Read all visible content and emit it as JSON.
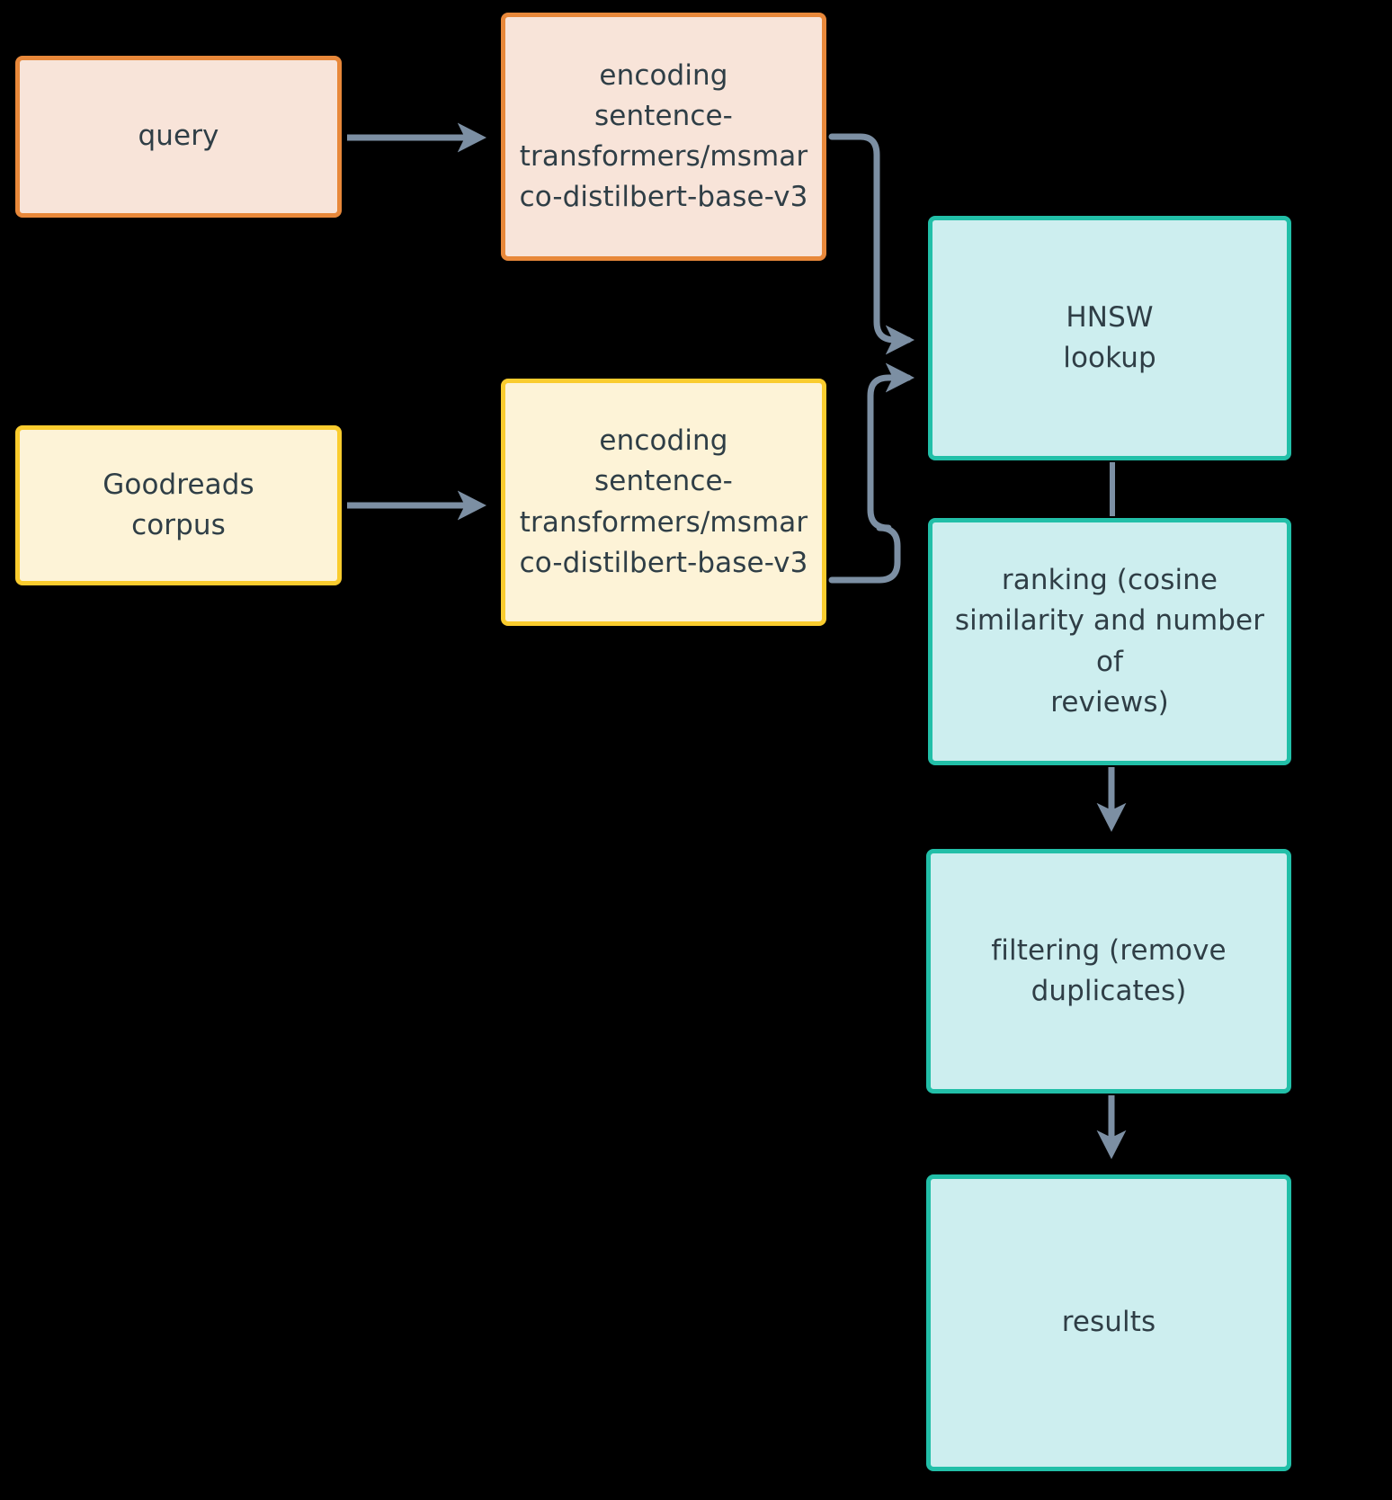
{
  "diagram": {
    "title": "semantic book search pipeline flowchart",
    "background_color": "#000000",
    "edge_color": "#7C8FA3",
    "text_color": "#2F3E46"
  },
  "palette": {
    "orange_fill": "#F8E4D9",
    "orange_border": "#E8883A",
    "yellow_fill": "#FDF3D7",
    "yellow_border": "#FACC2E",
    "teal_fill": "#CDEEEF",
    "teal_border": "#22BFA8",
    "arrow": "#7C8FA3",
    "text": "#2F3E46"
  },
  "nodes": {
    "query": {
      "label": "query",
      "style": "orange"
    },
    "query_encoding": {
      "label": "encoding\nsentence-\ntransformers/msmar\nco-distilbert-base-v3",
      "style": "orange"
    },
    "corpus": {
      "label": "Goodreads\ncorpus",
      "style": "yellow"
    },
    "corpus_encoding": {
      "label": "encoding\nsentence-\ntransformers/msmar\nco-distilbert-base-v3",
      "style": "yellow"
    },
    "hnsw_lookup": {
      "label": "HNSW\nlookup",
      "style": "teal"
    },
    "ranking": {
      "label": "ranking (cosine\nsimilarity and number of\nreviews)",
      "style": "teal"
    },
    "filtering": {
      "label": "filtering (remove\nduplicates)",
      "style": "teal"
    },
    "results": {
      "label": "results",
      "style": "teal"
    }
  },
  "edges": [
    {
      "from": "query",
      "to": "query_encoding",
      "type": "straight-arrow"
    },
    {
      "from": "query_encoding",
      "to": "hnsw_lookup",
      "type": "elbow-arrow"
    },
    {
      "from": "corpus",
      "to": "corpus_encoding",
      "type": "straight-arrow"
    },
    {
      "from": "corpus_encoding",
      "to": "hnsw_lookup",
      "type": "s-curve-arrow"
    },
    {
      "from": "hnsw_lookup",
      "to": "ranking",
      "type": "line"
    },
    {
      "from": "ranking",
      "to": "filtering",
      "type": "straight-arrow"
    },
    {
      "from": "filtering",
      "to": "results",
      "type": "straight-arrow"
    }
  ]
}
